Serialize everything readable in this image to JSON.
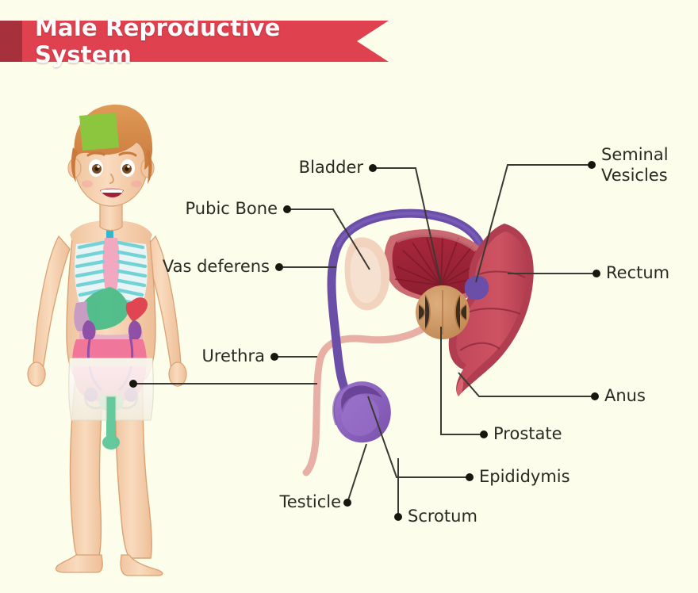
{
  "page": {
    "background_color": "#FDFDEC",
    "title": "Male Reproductive System"
  },
  "banner": {
    "text": "Male Reproductive System",
    "fill_color": "#E0414F",
    "fold_color": "#A6303C",
    "text_color": "#FFFFFF"
  },
  "labels": {
    "bladder": "Bladder",
    "pubic_bone": "Pubic Bone",
    "vas_deferens": "Vas deferens",
    "urethra": "Urethra",
    "testicle": "Testicle",
    "scrotum": "Scrotum",
    "seminal_vesicles_line1": "Seminal",
    "seminal_vesicles_line2": "Vesicles",
    "rectum": "Rectum",
    "anus": "Anus",
    "prostate": "Prostate",
    "epididymis": "Epididymis"
  },
  "colors": {
    "leader_line": "#3A3A34",
    "leader_dot": "#17170F",
    "label_text": "#2A2A22",
    "bladder_outer": "#CC6A72",
    "bladder_inner": "#9E2336",
    "vas_deferens": "#6B4EA8",
    "pubic_bone": "#F1D3BE",
    "urethra": "#E8AFA4",
    "testicle": "#8B62BE",
    "epididymis": "#6B4397",
    "prostate": "#C99460",
    "rectum": "#C0485A",
    "rectum_light": "#D9636F",
    "skin": "#F7D3B0",
    "hair": "#D98A49",
    "brain_patch": "#8CC63F",
    "shorts": "#FBF9F1",
    "ribcage": "#6ED3D8",
    "sternum": "#F2A8C0",
    "liver": "#4DBE8A",
    "stomach": "#C89BC4",
    "kidney": "#8B4BA8",
    "heart": "#E0414F",
    "abdomen": "#F0739A",
    "repro_green": "#5FC79B",
    "trachea": "#29B6D8"
  },
  "figure": {
    "name": "boy-anatomy-figure",
    "description": "Illustrated boy with visible internal organs"
  },
  "diagram": {
    "name": "male-reproductive-anatomy-diagram"
  }
}
